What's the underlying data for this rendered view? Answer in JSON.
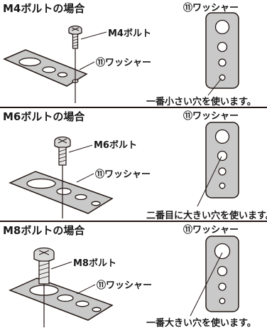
{
  "sections": [
    {
      "title": "M4ボルトの場合",
      "bolt_label": "M4ボルト",
      "washer_label": "⑪ワッシャー",
      "washer_title": "⑪ワッシャー",
      "caption": "一番小さい穴を使います。"
    },
    {
      "title": "M6ボルトの場合",
      "bolt_label": "M6ボルト",
      "washer_label": "⑪ワッシャー",
      "washer_title": "⑪ワッシャー",
      "caption": "二番目に大きい穴を使います。"
    },
    {
      "title": "M8ボルトの場合",
      "bolt_label": "M8ボルト",
      "washer_label": "⑪ワッシャー",
      "washer_title": "⑪ワッシャー",
      "caption": "一番大きい穴を使います。"
    }
  ],
  "colors": {
    "washer_fill": "#c9c9c9",
    "bolt_fill": "#d9d9d9",
    "line": "#231815"
  },
  "icons": [
    "bolt-icon",
    "washer-plate-icon",
    "washer-card-icon"
  ]
}
